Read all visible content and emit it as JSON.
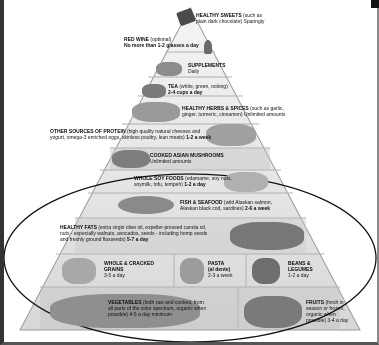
{
  "sweets": {
    "title": "HEALTHY SWEETS",
    "detail": "(such as",
    "detail2": "plain dark chocolate) Sparingly"
  },
  "wine": {
    "title": "RED WINE",
    "detail": "(optional)",
    "detail2": "No more than 1-2 glasses a day"
  },
  "supplements": {
    "title": "SUPPLEMENTS",
    "detail": "Daily"
  },
  "tea": {
    "title": "TEA",
    "detail": "(white, green, oolong)",
    "detail2": "2-4 cups a day"
  },
  "herbs": {
    "title": "HEALTHY HERBS & SPICES",
    "detail": "(such as garlic,",
    "detail2": "ginger, turmeric, cinnamon) Unlimited amounts"
  },
  "protein": {
    "title": "OTHER SOURCES OF PROTEIN",
    "detail": "(high quality natural cheeses and",
    "detail2": "yogurt, omega-3 enriched eggs, skinless poultry, lean meats)",
    "detail3": "1-2 a week"
  },
  "mushrooms": {
    "title": "COOKED ASIAN MUSHROOMS",
    "detail": "Unlimited amounts"
  },
  "soy": {
    "title": "WHOLE SOY FOODS",
    "detail": "(edamame, soy nuts,",
    "detail2": "soymilk, tofu, tempeh)",
    "detail3": "1-2 a day"
  },
  "fish": {
    "title": "FISH & SEAFOOD",
    "detail": "(wild Alaskan salmon,",
    "detail2": "Alaskan black cod, sardines)",
    "detail3": "2-6 a week"
  },
  "fats": {
    "title": "HEALTHY FATS",
    "detail": "(extra virgin olive oil, expeller-pressed canola oil,",
    "detail2": "nuts - especially walnuts, avocados, seeds - including hemp seeds",
    "detail3": "and freshly ground flaxseeds)",
    "detail4": "5-7 a day"
  },
  "grains": {
    "title": "WHOLE & CRACKED",
    "title2": "GRAINS",
    "detail": "3-5 a day"
  },
  "pasta": {
    "title": "PASTA",
    "title2": "(al dente)",
    "detail": "2-3 a week"
  },
  "beans": {
    "title": "BEANS &",
    "title2": "LEGUMES",
    "detail": "1-2 a day"
  },
  "vegetables": {
    "title": "VEGETABLES",
    "detail": "(both raw and cooked, from",
    "detail2": "all parts of the color spectrum, organic when",
    "detail3": "possible) 4-5 a day minimum"
  },
  "fruits": {
    "title": "FRUITS",
    "detail": "(fresh in",
    "detail2": "season or frozen,",
    "detail3": "organic when",
    "detail4": "possible) 3-4 a day"
  },
  "colors": {
    "pyramid": "#e6e6e6",
    "pyramid_edge": "#9a9a9a",
    "oval": "#111111",
    "band": "#cfcfcf"
  }
}
